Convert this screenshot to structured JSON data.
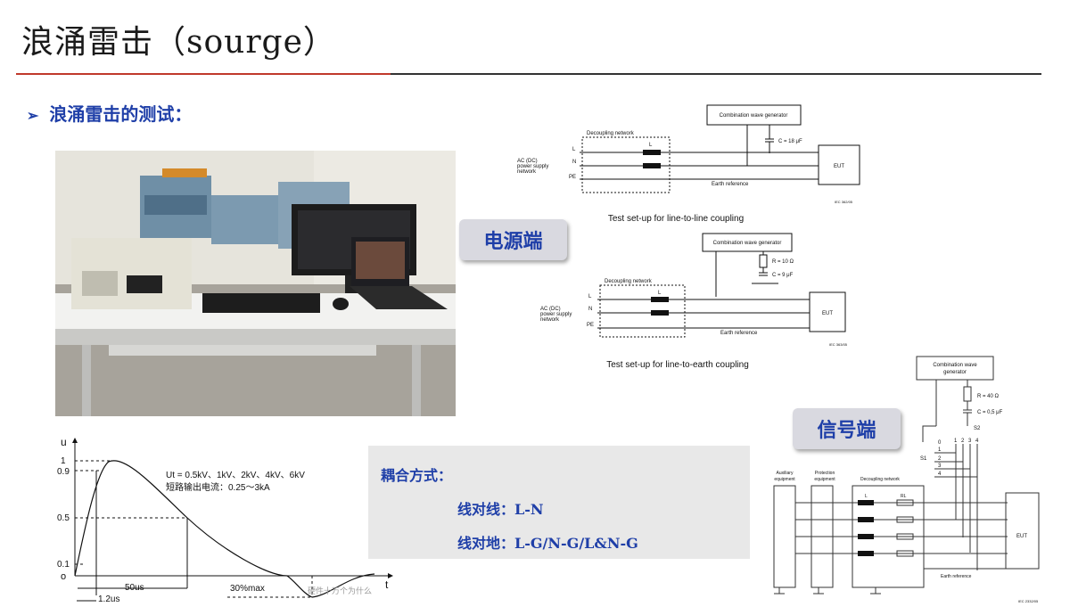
{
  "page": {
    "title": "浪涌雷击（sourge）",
    "bullet": "浪涌雷击的测试："
  },
  "tags": {
    "power": "电源端",
    "signal": "信号端"
  },
  "coupling": {
    "header": "耦合方式：",
    "line1": "线对线：L-N",
    "line2": "线对地：L-G/N-G/L&N-G"
  },
  "diagram_line": {
    "generator": "Combination wave generator",
    "decoupling": "Decoupling network",
    "cap_label": "C = 18 μF",
    "supply": [
      "AC (DC)",
      "power supply",
      "network"
    ],
    "lines": [
      "L",
      "N",
      "PE"
    ],
    "inductor": "L",
    "eut": "EUT",
    "earth": "Earth reference",
    "code": "IEC 362/05",
    "caption": "Test set-up for line-to-line coupling"
  },
  "diagram_earth": {
    "generator": "Combination wave generator",
    "decoupling": "Decoupling network",
    "r_label": "R = 10 Ω",
    "c_label": "C = 9 μF",
    "supply": [
      "AC (DC)",
      "power supply",
      "network"
    ],
    "lines": [
      "L",
      "N",
      "PE"
    ],
    "inductor": "L",
    "eut": "EUT",
    "earth": "Earth reference",
    "code": "IEC 363/05",
    "caption": "Test set-up for line-to-earth coupling"
  },
  "diagram_signal": {
    "generator": [
      "Combination wave",
      "generator"
    ],
    "r_label": "R = 40 Ω",
    "c_label": "C = 0,5 μF",
    "s2": "S2",
    "s1": "S1",
    "switch_nums": [
      "0",
      "1",
      "2",
      "3",
      "4"
    ],
    "top_nums": [
      "1",
      "2",
      "3",
      "4"
    ],
    "aux": [
      "Auxiliary",
      "equipment"
    ],
    "prot": [
      "Protection",
      "equipment"
    ],
    "decoupling": "Decoupling network",
    "l": "L",
    "rl": "RL",
    "eut": "EUT",
    "earth": "Earth reference",
    "code": "IEC 2332/05"
  },
  "waveform": {
    "u": "u",
    "t": "t",
    "o": "o",
    "y_ticks": [
      "1",
      "0.9",
      "0.5",
      "0.1"
    ],
    "spec1": "Ut = 0.5kV、1kV、2kV、4kV、6kV",
    "spec2": "短路输出电流：0.25～3kA",
    "dur50": "50us",
    "dur12": "1.2us",
    "pct30": "30%max",
    "watermark": "硬件十万个为什么"
  }
}
